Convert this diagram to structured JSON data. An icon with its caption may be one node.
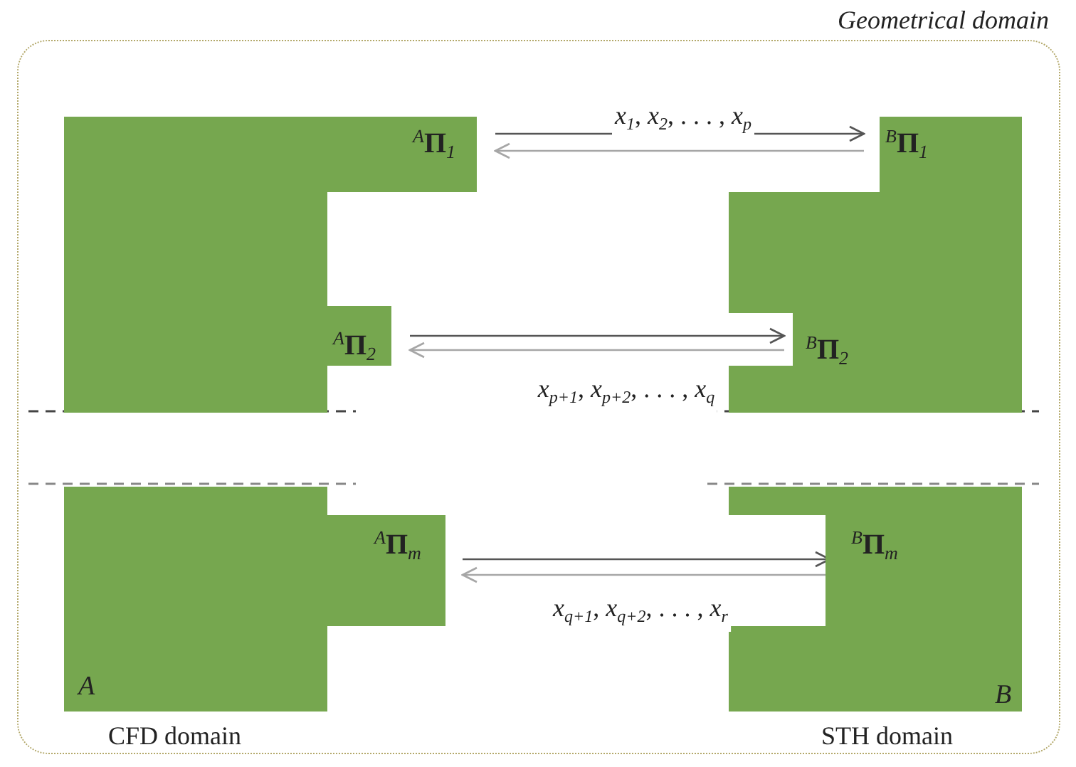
{
  "diagram": {
    "nodes": [
      {
        "text": [
          "Geometrical domain"
        ]
      },
      {
        "text": [
          "A"
        ],
        "beside": [
          "CFD domain"
        ],
        "in": 0
      },
      {
        "text": [
          "B"
        ],
        "beside": [
          "STH domain"
        ],
        "in": 0
      },
      {
        "text": [
          "$^{A}$**Π**$_{1}$"
        ],
        "in": 1
      },
      {
        "text": [
          "$^{A}$**Π**$_{2}$"
        ],
        "in": 1
      },
      {
        "text": [
          "$^{A}$**Π**$_{m}$"
        ],
        "in": 1
      },
      {
        "text": [
          "$^{B}$**Π**$_{1}$"
        ],
        "in": 2
      },
      {
        "text": [
          "$^{B}$**Π**$_{2}$"
        ],
        "in": 2
      },
      {
        "text": [
          "$^{B}$**Π**$_{m}$"
        ],
        "in": 2
      }
    ],
    "edges": [
      {
        "from": 3,
        "to": 6,
        "arrow": "to",
        "label": "*x*$_{1}$, *x*$_{2}$, . . . , *x*$_{p}$"
      },
      {
        "from": 6,
        "to": 3,
        "arrow": "to",
        "color": "#a6a6a6"
      },
      {
        "from": 4,
        "to": 7,
        "arrow": "to"
      },
      {
        "from": 7,
        "to": 4,
        "arrow": "to",
        "color": "#a6a6a6",
        "label": "*x*$_{p+1}$, *x*$_{p+2}$, . . . , *x*$_{q}$"
      },
      {
        "from": 5,
        "to": 8,
        "arrow": "to"
      },
      {
        "from": 8,
        "to": 5,
        "arrow": "to",
        "color": "#a6a6a6",
        "label": "*x*$_{q+1}$, *x*$_{q+2}$, . . . , *x*$_{r}$"
      }
    ]
  }
}
